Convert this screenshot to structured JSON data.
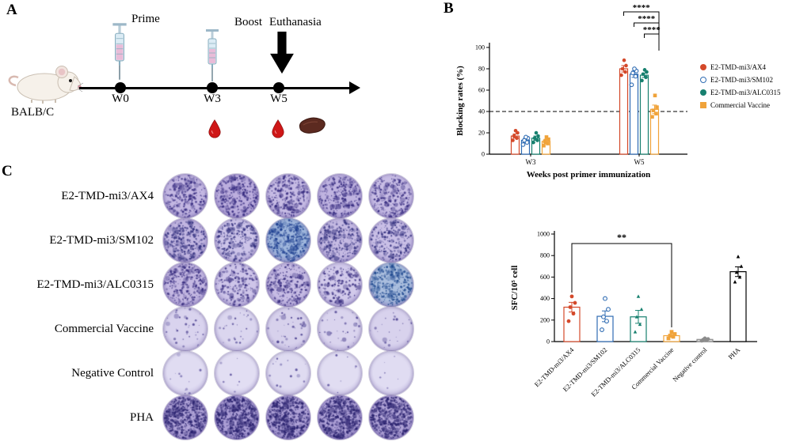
{
  "figure": {
    "panelA": {
      "letter": "A",
      "prime_label": "Prime",
      "boost_label": "Boost",
      "euthanasia_label": "Euthanasia",
      "timeline_points": [
        "W0",
        "W3",
        "W5"
      ],
      "mouse_strain": "BALB/C"
    },
    "panelB": {
      "letter": "B"
    },
    "panelC": {
      "letter": "C",
      "columns": 5,
      "rows": [
        {
          "label": "E2-TMD-mi3/AX4",
          "spot": "#372c80",
          "edge": "#8b7cc0",
          "wells": [
            {
              "d": 230,
              "b": "#c3b7e2"
            },
            {
              "d": 260,
              "b": "#bcaede"
            },
            {
              "d": 240,
              "b": "#c6bbe4"
            },
            {
              "d": 250,
              "b": "#bfb3e0"
            },
            {
              "d": 220,
              "b": "#c8bde5"
            }
          ]
        },
        {
          "label": "E2-TMD-mi3/SM102",
          "spot": "#33307e",
          "edge": "#8b7cc0",
          "wells": [
            {
              "d": 270,
              "b": "#c2b6e1"
            },
            {
              "d": 240,
              "b": "#cdc4e9"
            },
            {
              "d": 340,
              "b": "#9fb6dc",
              "s": "#1d3e8f"
            },
            {
              "d": 240,
              "b": "#c5bae3"
            },
            {
              "d": 220,
              "b": "#c9bfe6"
            }
          ]
        },
        {
          "label": "E2-TMD-mi3/ALC0315",
          "spot": "#392e80",
          "edge": "#8b7cc0",
          "wells": [
            {
              "d": 250,
              "b": "#c4b8e2"
            },
            {
              "d": 170,
              "b": "#cec5e9"
            },
            {
              "d": 210,
              "b": "#c7bce4"
            },
            {
              "d": 150,
              "b": "#d2caeb"
            },
            {
              "d": 280,
              "b": "#aabede",
              "s": "#20498f"
            }
          ]
        },
        {
          "label": "Commercial Vaccine",
          "spot": "#4a3f8f",
          "edge": "#a79ace",
          "wells": [
            {
              "d": 32,
              "b": "#d9d3ee"
            },
            {
              "d": 24,
              "b": "#dbd6ef"
            },
            {
              "d": 36,
              "b": "#d7d1ec"
            },
            {
              "d": 28,
              "b": "#dad4ee"
            },
            {
              "d": 22,
              "b": "#d8d2ed"
            }
          ]
        },
        {
          "label": "Negative Control",
          "spot": "#574c9a",
          "edge": "#b2a6d6",
          "wells": [
            {
              "d": 10,
              "b": "#e0dcf2"
            },
            {
              "d": 7,
              "b": "#e2def3"
            },
            {
              "d": 12,
              "b": "#dfdbf1"
            },
            {
              "d": 8,
              "b": "#e1ddf2"
            },
            {
              "d": 6,
              "b": "#e0dcf2"
            }
          ]
        },
        {
          "label": "PHA",
          "spot": "#2c2470",
          "edge": "#7b6cb3",
          "wells": [
            {
              "d": 430,
              "b": "#b1a4d8"
            },
            {
              "d": 460,
              "b": "#ab9ed5"
            },
            {
              "d": 440,
              "b": "#afa2d7"
            },
            {
              "d": 450,
              "b": "#ada0d6"
            },
            {
              "d": 430,
              "b": "#b2a5d8"
            }
          ]
        }
      ]
    }
  },
  "chart_data": [
    {
      "type": "bar",
      "panel": "B",
      "title": "",
      "xlabel": "Weeks post primer immunization",
      "ylabel": "Blocking rates (%)",
      "ylim": [
        0,
        100
      ],
      "yticks": [
        0,
        20,
        40,
        60,
        80,
        100
      ],
      "categories": [
        "W3",
        "W5"
      ],
      "dashed_line_y": 40,
      "legend_position": "right",
      "series": [
        {
          "name": "E2-TMD-mi3/AX4",
          "color": "#d4492a",
          "marker": "circle",
          "means": [
            17,
            80
          ],
          "sem": [
            2,
            3
          ],
          "points": [
            [
              13,
              15,
              17,
              20,
              22
            ],
            [
              74,
              77,
              80,
              83,
              88
            ]
          ]
        },
        {
          "name": "E2-TMD-mi3/SM102",
          "color": "#2f6cb3",
          "marker": "circle-open",
          "means": [
            13,
            75
          ],
          "sem": [
            2,
            3
          ],
          "points": [
            [
              9,
              11,
              13,
              15,
              16
            ],
            [
              65,
              73,
              76,
              78,
              80
            ]
          ]
        },
        {
          "name": "E2-TMD-mi3/ALC0315",
          "color": "#17806f",
          "marker": "circle",
          "means": [
            15,
            74
          ],
          "sem": [
            2,
            2
          ],
          "points": [
            [
              11,
              13,
              15,
              17,
              20
            ],
            [
              69,
              72,
              75,
              77,
              79
            ]
          ]
        },
        {
          "name": "Commercial Vaccine",
          "color": "#f0a33a",
          "marker": "square",
          "means": [
            12,
            42
          ],
          "sem": [
            2,
            4
          ],
          "points": [
            [
              8,
              10,
              12,
              14,
              16
            ],
            [
              35,
              38,
              41,
              44,
              55
            ]
          ]
        }
      ],
      "significance": [
        {
          "from_series": 0,
          "to_series": 3,
          "category": "W5",
          "label": "****"
        },
        {
          "from_series": 1,
          "to_series": 3,
          "category": "W5",
          "label": "****"
        },
        {
          "from_series": 2,
          "to_series": 3,
          "category": "W5",
          "label": "****"
        }
      ]
    },
    {
      "type": "bar",
      "panel": "B-bottom",
      "title": "",
      "xlabel": "",
      "ylabel": "SFC/10⁵ cell",
      "ylim": [
        0,
        1000
      ],
      "yticks": [
        0,
        200,
        400,
        600,
        800,
        1000
      ],
      "categories": [
        "E2-TMD-mi3/AX4",
        "E2-TMD-mi3/SM102",
        "E2-TMD-mi3/ALC0315",
        "Commercial Vaccine",
        "Negative control",
        "PHA"
      ],
      "values": [
        320,
        235,
        230,
        55,
        20,
        650
      ],
      "sem": [
        45,
        50,
        60,
        12,
        5,
        45
      ],
      "colors": [
        "#d4492a",
        "#2f6cb3",
        "#17806f",
        "#f0a33a",
        "#8c8c8c",
        "#000000"
      ],
      "markers": [
        "circle",
        "circle-open",
        "triangle",
        "square",
        "circle",
        "triangle"
      ],
      "points": [
        [
          190,
          260,
          320,
          360,
          420
        ],
        [
          110,
          190,
          230,
          300,
          400
        ],
        [
          90,
          160,
          230,
          300,
          420
        ],
        [
          30,
          45,
          55,
          70,
          90
        ],
        [
          8,
          14,
          18,
          24,
          30
        ],
        [
          555,
          600,
          645,
          700,
          790
        ]
      ],
      "significance": [
        {
          "from": 0,
          "to": 3,
          "label": "**"
        }
      ]
    }
  ]
}
